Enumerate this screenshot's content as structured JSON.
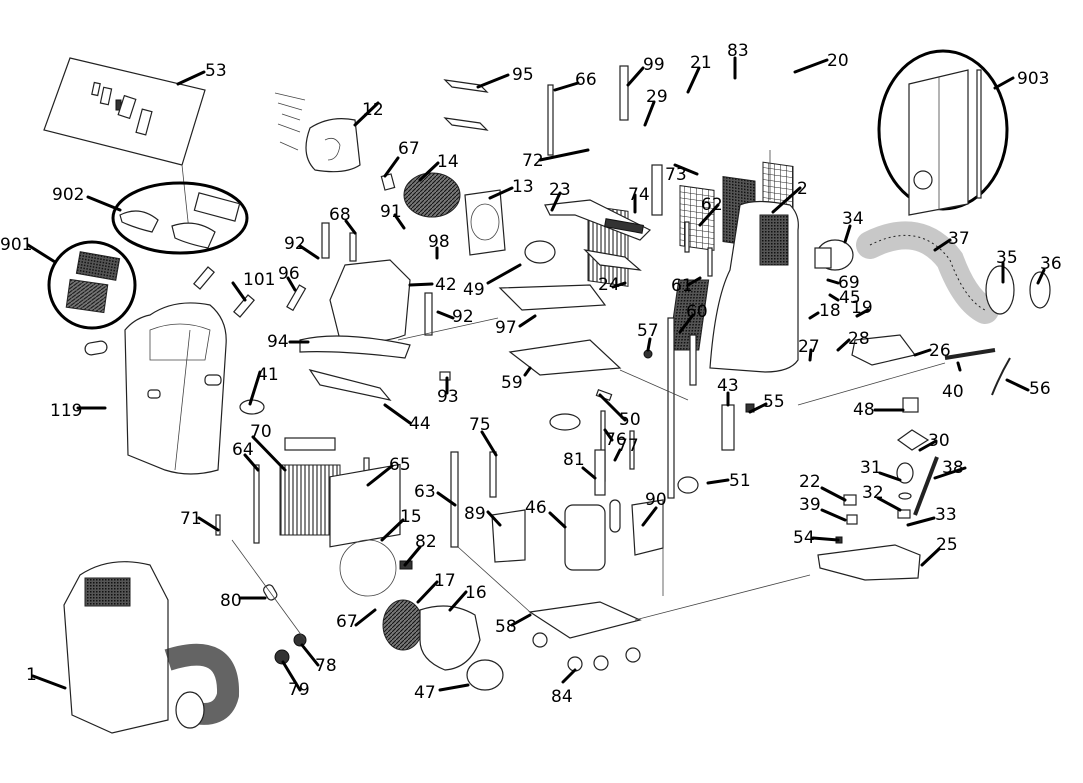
{
  "diagram": {
    "type": "exploded-parts-diagram",
    "subject": "portable air conditioner",
    "callouts": [
      {
        "label": "53"
      },
      {
        "label": "902"
      },
      {
        "label": "901"
      },
      {
        "label": "12"
      },
      {
        "label": "67"
      },
      {
        "label": "14"
      },
      {
        "label": "13"
      },
      {
        "label": "95"
      },
      {
        "label": "66"
      },
      {
        "label": "99"
      },
      {
        "label": "29"
      },
      {
        "label": "72"
      },
      {
        "label": "73"
      },
      {
        "label": "21"
      },
      {
        "label": "83"
      },
      {
        "label": "20"
      },
      {
        "label": "903"
      },
      {
        "label": "2"
      },
      {
        "label": "23"
      },
      {
        "label": "74"
      },
      {
        "label": "62"
      },
      {
        "label": "34"
      },
      {
        "label": "37"
      },
      {
        "label": "35"
      },
      {
        "label": "36"
      },
      {
        "label": "68"
      },
      {
        "label": "91"
      },
      {
        "label": "98"
      },
      {
        "label": "92"
      },
      {
        "label": "96"
      },
      {
        "label": "101"
      },
      {
        "label": "42"
      },
      {
        "label": "49"
      },
      {
        "label": "24"
      },
      {
        "label": "61"
      },
      {
        "label": "69"
      },
      {
        "label": "45"
      },
      {
        "label": "18"
      },
      {
        "label": "19"
      },
      {
        "label": "94"
      },
      {
        "label": "92"
      },
      {
        "label": "97"
      },
      {
        "label": "57"
      },
      {
        "label": "60"
      },
      {
        "label": "28"
      },
      {
        "label": "27"
      },
      {
        "label": "26"
      },
      {
        "label": "59"
      },
      {
        "label": "93"
      },
      {
        "label": "41"
      },
      {
        "label": "119"
      },
      {
        "label": "44"
      },
      {
        "label": "50"
      },
      {
        "label": "43"
      },
      {
        "label": "55"
      },
      {
        "label": "40"
      },
      {
        "label": "56"
      },
      {
        "label": "48"
      },
      {
        "label": "75"
      },
      {
        "label": "76"
      },
      {
        "label": "77"
      },
      {
        "label": "30"
      },
      {
        "label": "70"
      },
      {
        "label": "64"
      },
      {
        "label": "65"
      },
      {
        "label": "81"
      },
      {
        "label": "51"
      },
      {
        "label": "31"
      },
      {
        "label": "38"
      },
      {
        "label": "63"
      },
      {
        "label": "89"
      },
      {
        "label": "46"
      },
      {
        "label": "90"
      },
      {
        "label": "22"
      },
      {
        "label": "32"
      },
      {
        "label": "71"
      },
      {
        "label": "15"
      },
      {
        "label": "82"
      },
      {
        "label": "39"
      },
      {
        "label": "33"
      },
      {
        "label": "54"
      },
      {
        "label": "25"
      },
      {
        "label": "17"
      },
      {
        "label": "16"
      },
      {
        "label": "80"
      },
      {
        "label": "58"
      },
      {
        "label": "67"
      },
      {
        "label": "78"
      },
      {
        "label": "79"
      },
      {
        "label": "1"
      },
      {
        "label": "47"
      },
      {
        "label": "84"
      }
    ]
  }
}
